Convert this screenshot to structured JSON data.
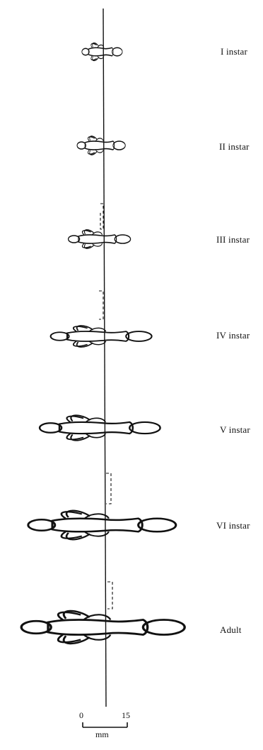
{
  "stages": [
    {
      "label": "I  instar"
    },
    {
      "label": "II instar"
    },
    {
      "label": "III instar"
    },
    {
      "label": "IV instar"
    },
    {
      "label": "V instar"
    },
    {
      "label": "VI instar"
    },
    {
      "label": "Adult"
    }
  ],
  "scale_bar": {
    "start": "0",
    "end": "15",
    "unit": "mm"
  },
  "colors": {
    "line": "#111111",
    "background": "#ffffff"
  }
}
